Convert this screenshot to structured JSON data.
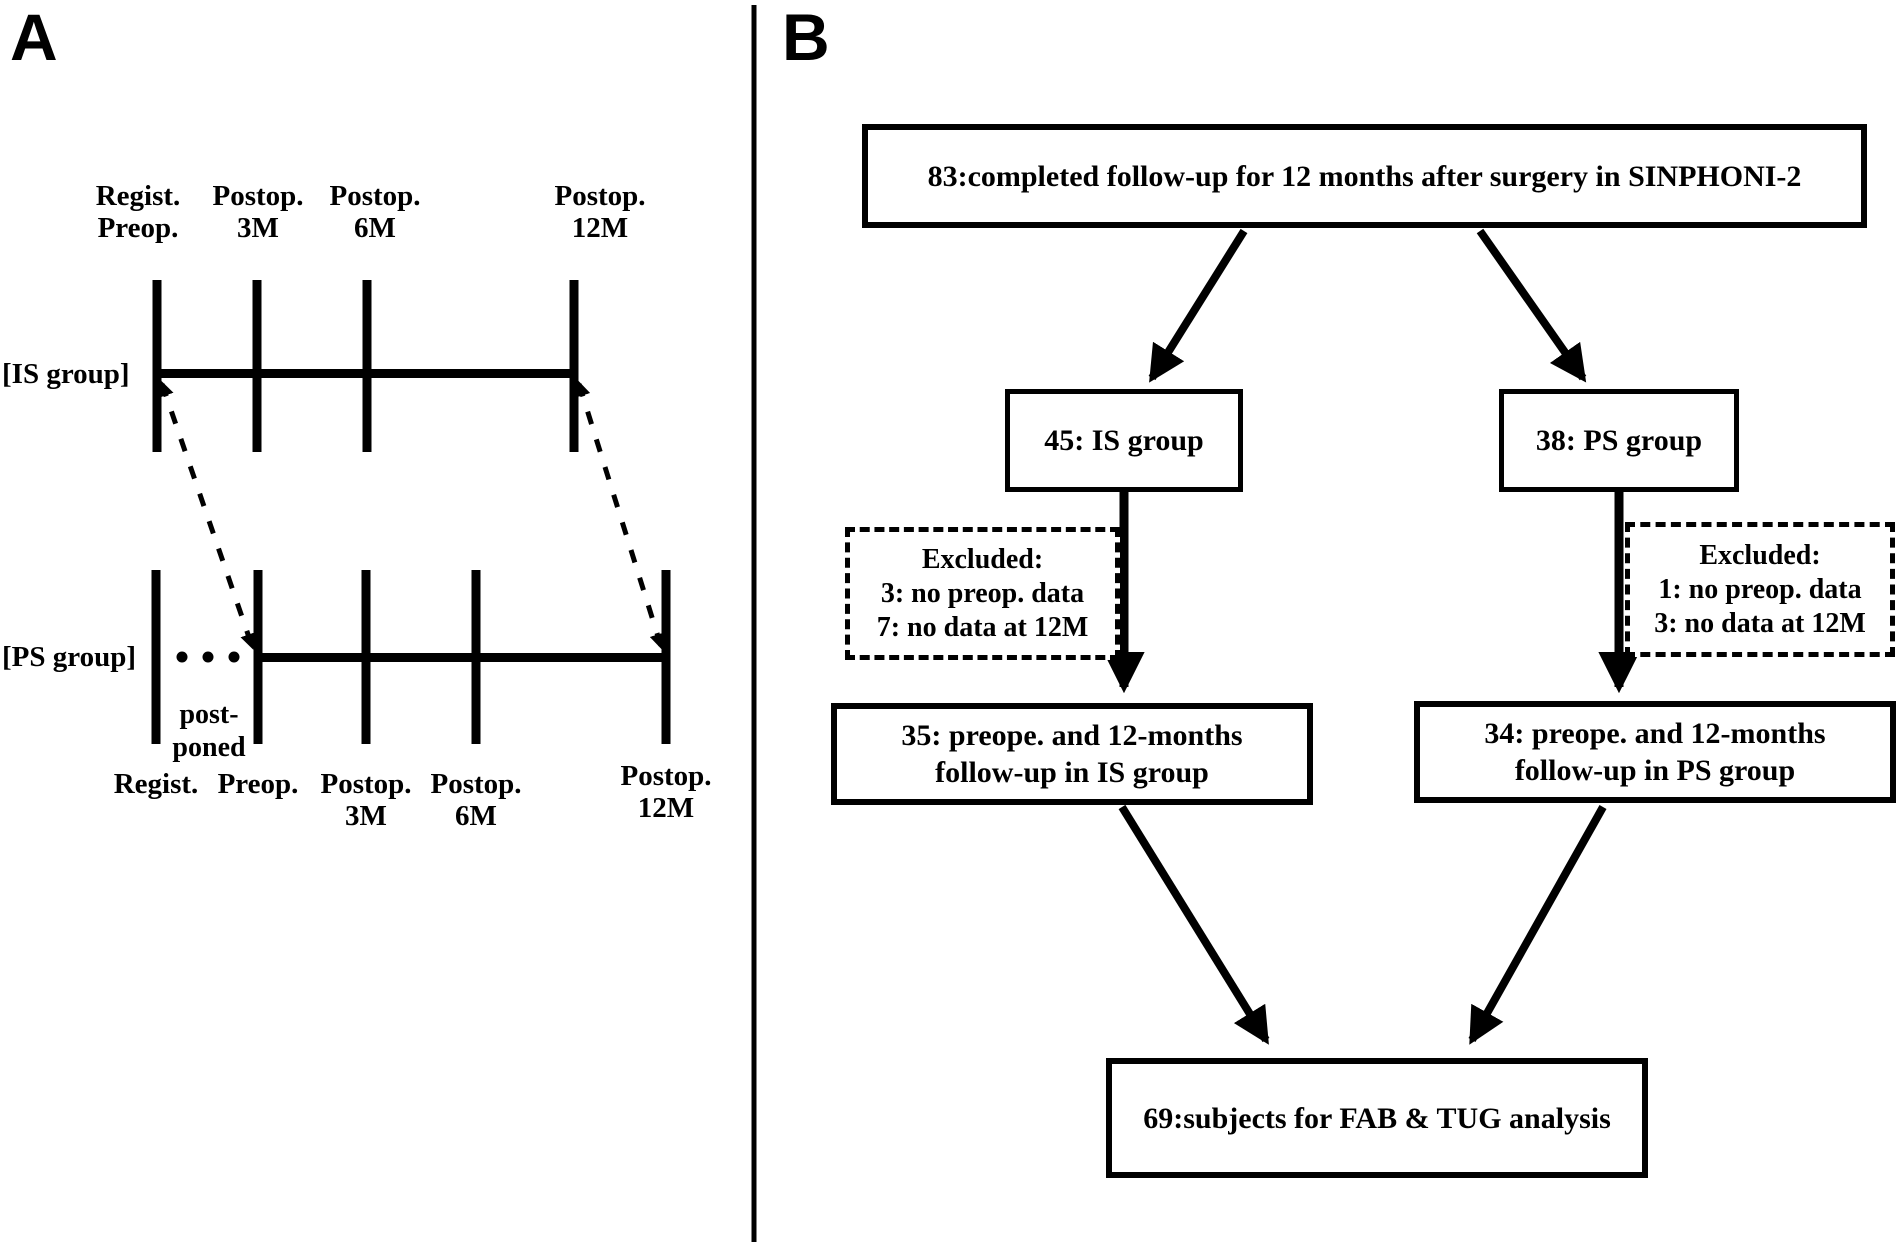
{
  "colors": {
    "ink": "#000000",
    "background": "#ffffff"
  },
  "panel_a": {
    "letter": "A",
    "is_timeline": {
      "group_label": "[IS group]",
      "tick_labels": [
        {
          "lines": [
            "Regist.",
            "Preop."
          ]
        },
        {
          "lines": [
            "Postop.",
            "3M"
          ]
        },
        {
          "lines": [
            "Postop.",
            "6M"
          ]
        },
        {
          "lines": [
            "Postop.",
            "12M"
          ]
        }
      ]
    },
    "ps_timeline": {
      "group_label": "[PS group]",
      "postponed_label": {
        "lines": [
          "post-",
          "poned"
        ]
      },
      "tick_labels": [
        {
          "lines": [
            "Regist."
          ]
        },
        {
          "lines": [
            "Preop."
          ]
        },
        {
          "lines": [
            "Postop.",
            "3M"
          ]
        },
        {
          "lines": [
            "Postop.",
            "6M"
          ]
        },
        {
          "lines": [
            "Postop.",
            "12M"
          ]
        }
      ]
    }
  },
  "panel_b": {
    "letter": "B",
    "boxes": {
      "total": {
        "text": "83:completed follow-up for 12 months after surgery in SINPHONI-2"
      },
      "is_group": {
        "text": "45: IS group"
      },
      "ps_group": {
        "text": "38: PS group"
      },
      "excluded_is": {
        "lines": [
          "Excluded:",
          "3: no preop. data",
          "7: no data at 12M"
        ]
      },
      "excluded_ps": {
        "lines": [
          "Excluded:",
          "1: no preop. data",
          "3: no data at 12M"
        ]
      },
      "followup_is": {
        "lines": [
          "35: preope. and 12-months",
          "follow-up in IS group"
        ]
      },
      "followup_ps": {
        "lines": [
          "34: preope. and 12-months",
          "follow-up in PS group"
        ]
      },
      "analysis": {
        "text": "69:subjects for FAB & TUG analysis"
      }
    }
  }
}
